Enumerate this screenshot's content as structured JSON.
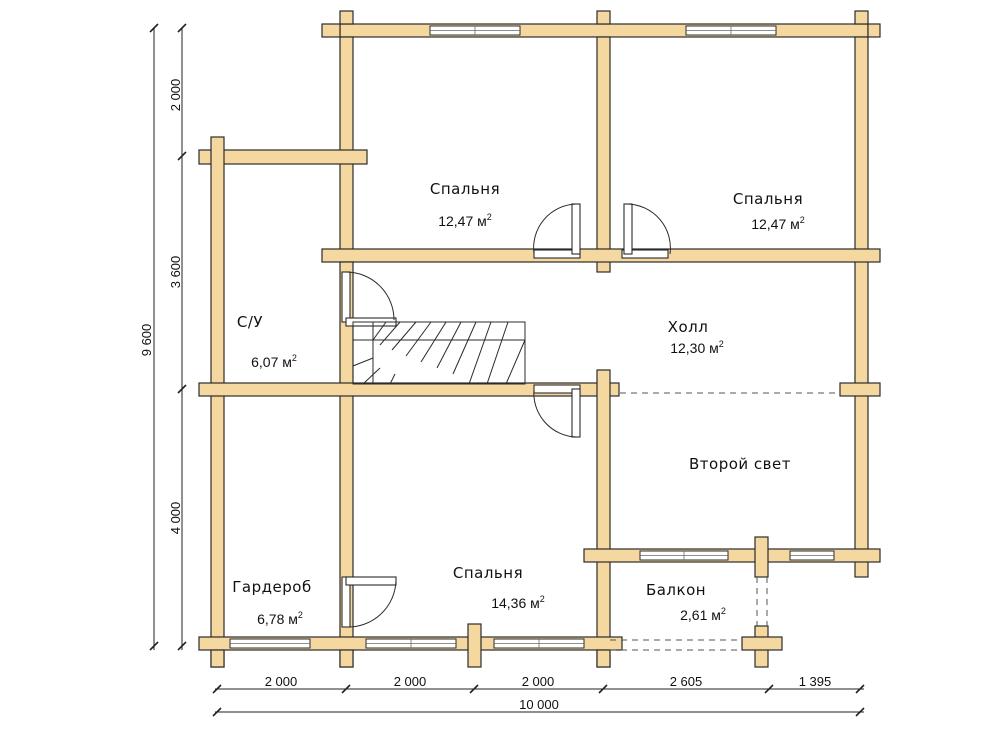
{
  "rooms": {
    "bedroom_top_left": {
      "name": "Спальня",
      "area": "12,47 м",
      "unit_sup": "2"
    },
    "bedroom_top_right": {
      "name": "Спальня",
      "area": "12,47 м",
      "unit_sup": "2"
    },
    "bathroom": {
      "name": "С/У",
      "area": "6,07 м",
      "unit_sup": "2"
    },
    "hall": {
      "name": "Холл",
      "area": "12,30 м",
      "unit_sup": "2"
    },
    "second_light": {
      "name": "Второй свет"
    },
    "wardrobe": {
      "name": "Гардероб",
      "area": "6,78 м",
      "unit_sup": "2"
    },
    "bedroom_bottom": {
      "name": "Спальня",
      "area": "14,36 м",
      "unit_sup": "2"
    },
    "balcony": {
      "name": "Балкон",
      "area": "2,61 м",
      "unit_sup": "2"
    }
  },
  "dimensions": {
    "left_total": "9 600",
    "left_segments": [
      "2 000",
      "3 600",
      "4 000"
    ],
    "bottom_segments": [
      "2 000",
      "2 000",
      "2 000",
      "2 605",
      "1 395"
    ],
    "bottom_total": "10 000"
  },
  "colors": {
    "wall": "#f5d7a0",
    "outline": "#2b2b2b"
  }
}
